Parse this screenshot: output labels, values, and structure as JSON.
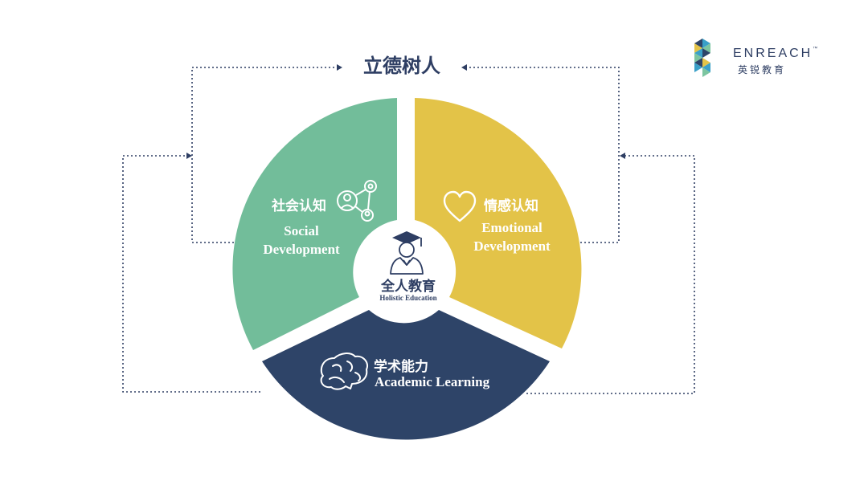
{
  "title": "立德树人",
  "brand": {
    "name": "ENREACH",
    "tm": "™",
    "chinese": "英锐教育"
  },
  "center": {
    "label_cn": "全人教育",
    "label_en": "Holistic Education",
    "icon": "graduate-icon"
  },
  "segments": [
    {
      "id": "social",
      "label_cn": "社会认知",
      "label_en_line1": "Social",
      "label_en_line2": "Development",
      "color": "#72bd9a",
      "icon": "network-icon"
    },
    {
      "id": "emotional",
      "label_cn": "情感认知",
      "label_en_line1": "Emotional",
      "label_en_line2": "Development",
      "color": "#e3c348",
      "icon": "heart-icon"
    },
    {
      "id": "academic",
      "label_cn": "学术能力",
      "label_en": "Academic Learning",
      "color": "#2e4468",
      "icon": "brain-icon"
    }
  ],
  "colors": {
    "navy": "#2e3e63",
    "connector": "#2e3e63"
  }
}
